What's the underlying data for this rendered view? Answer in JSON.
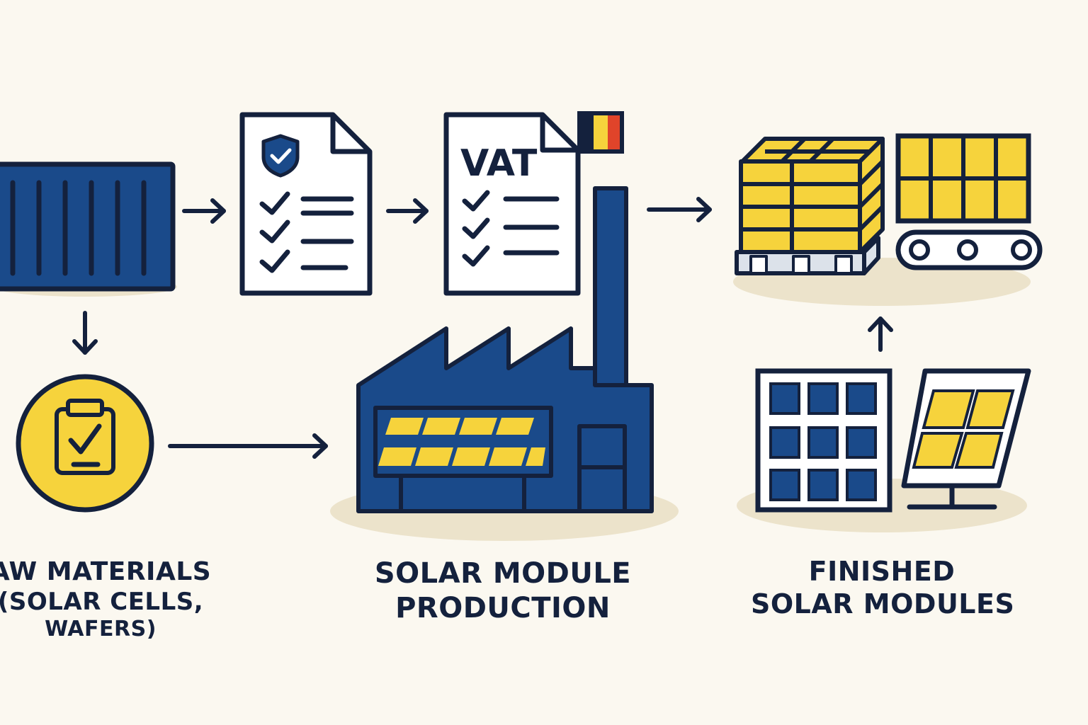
{
  "colors": {
    "background": "#FBF8F0",
    "navy": "#14213D",
    "blue": "#1A4A8A",
    "yellow": "#F6D33C",
    "shadow": "#ECE3CB",
    "flag_red": "#E0442A"
  },
  "icons": {
    "container": "shipping-container-icon",
    "checklist": "shield-checklist-document-icon",
    "vat": "vat-document-icon",
    "flag": "flag-icon",
    "pallet": "pallet-stack-icon",
    "conveyor": "conveyor-cart-icon",
    "materials": "clipboard-check-badge-icon",
    "factory": "solar-factory-icon",
    "panels": "solar-panels-icon"
  },
  "vat_document": {
    "label": "VAT"
  },
  "captions": {
    "raw_materials": {
      "line1": "AW MATERIALS",
      "line2": "(SOLAR CELLS,",
      "line3": "WAFERS)"
    },
    "production": {
      "line1": "SOLAR MODULE",
      "line2": "PRODUCTION"
    },
    "finished": {
      "line1": "FINISHED",
      "line2": "SOLAR MODULES"
    }
  }
}
